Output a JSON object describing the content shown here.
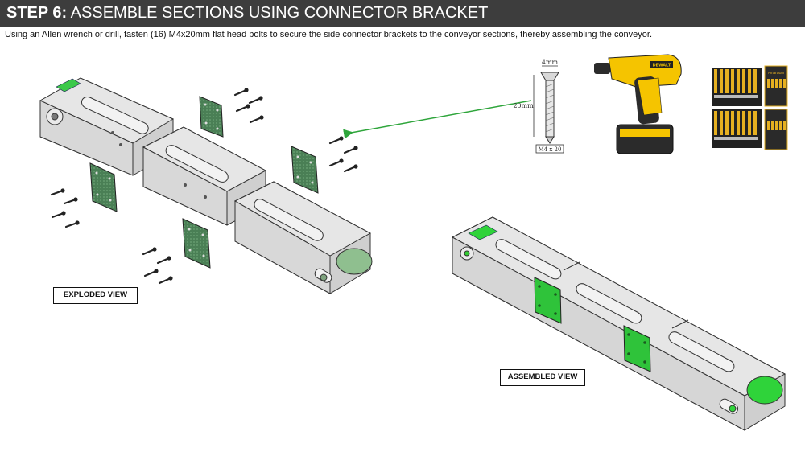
{
  "header": {
    "step": "STEP 6:",
    "title": "ASSEMBLE SECTIONS USING CONNECTOR BRACKET"
  },
  "instruction": "Using an Allen wrench or drill, fasten (16) M4x20mm flat head bolts to secure the side connector brackets to the conveyor sections, thereby assembling the conveyor.",
  "bolt_spec": {
    "diameter": "4mm",
    "length": "20mm",
    "tag": "M4 x 20"
  },
  "views": {
    "exploded": "EXPLODED VIEW",
    "assembled": "ASSEMBLED VIEW"
  },
  "tools": {
    "drill_brand": "DEWALT",
    "bitset_brand": "Amartisan"
  },
  "colors": {
    "header_bg": "#3d3d3d",
    "bracket_green": "#4a7f55",
    "assembled_green": "#2fd33a",
    "arrow_green": "#2ea53b",
    "frame_gray": "#d4d4d4",
    "drill_yellow": "#f5c400"
  }
}
